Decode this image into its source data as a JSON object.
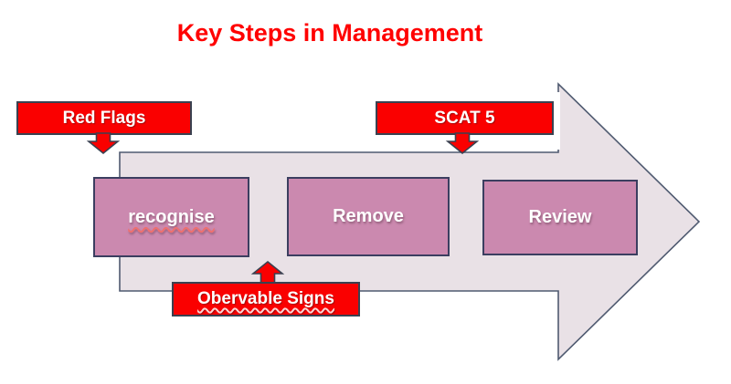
{
  "title": {
    "text": "Key Steps in Management"
  },
  "steps": [
    {
      "label": "recognise"
    },
    {
      "label": "Remove"
    },
    {
      "label": "Review"
    }
  ],
  "callouts": {
    "red_flags": {
      "label": "Red Flags",
      "arrow_direction": "down"
    },
    "scat5": {
      "label": "SCAT 5",
      "arrow_direction": "down"
    },
    "observable_signs": {
      "label": "Obervable Signs",
      "arrow_direction": "up"
    }
  },
  "colors": {
    "title_red": "#FF0000",
    "callout_fill": "#FA0000",
    "callout_border": "#3A4150",
    "step_fill": "#CB89AF",
    "step_border": "#3B3E60",
    "arrow_fill": "#E9E1E6",
    "arrow_stroke": "#4F5A70"
  }
}
